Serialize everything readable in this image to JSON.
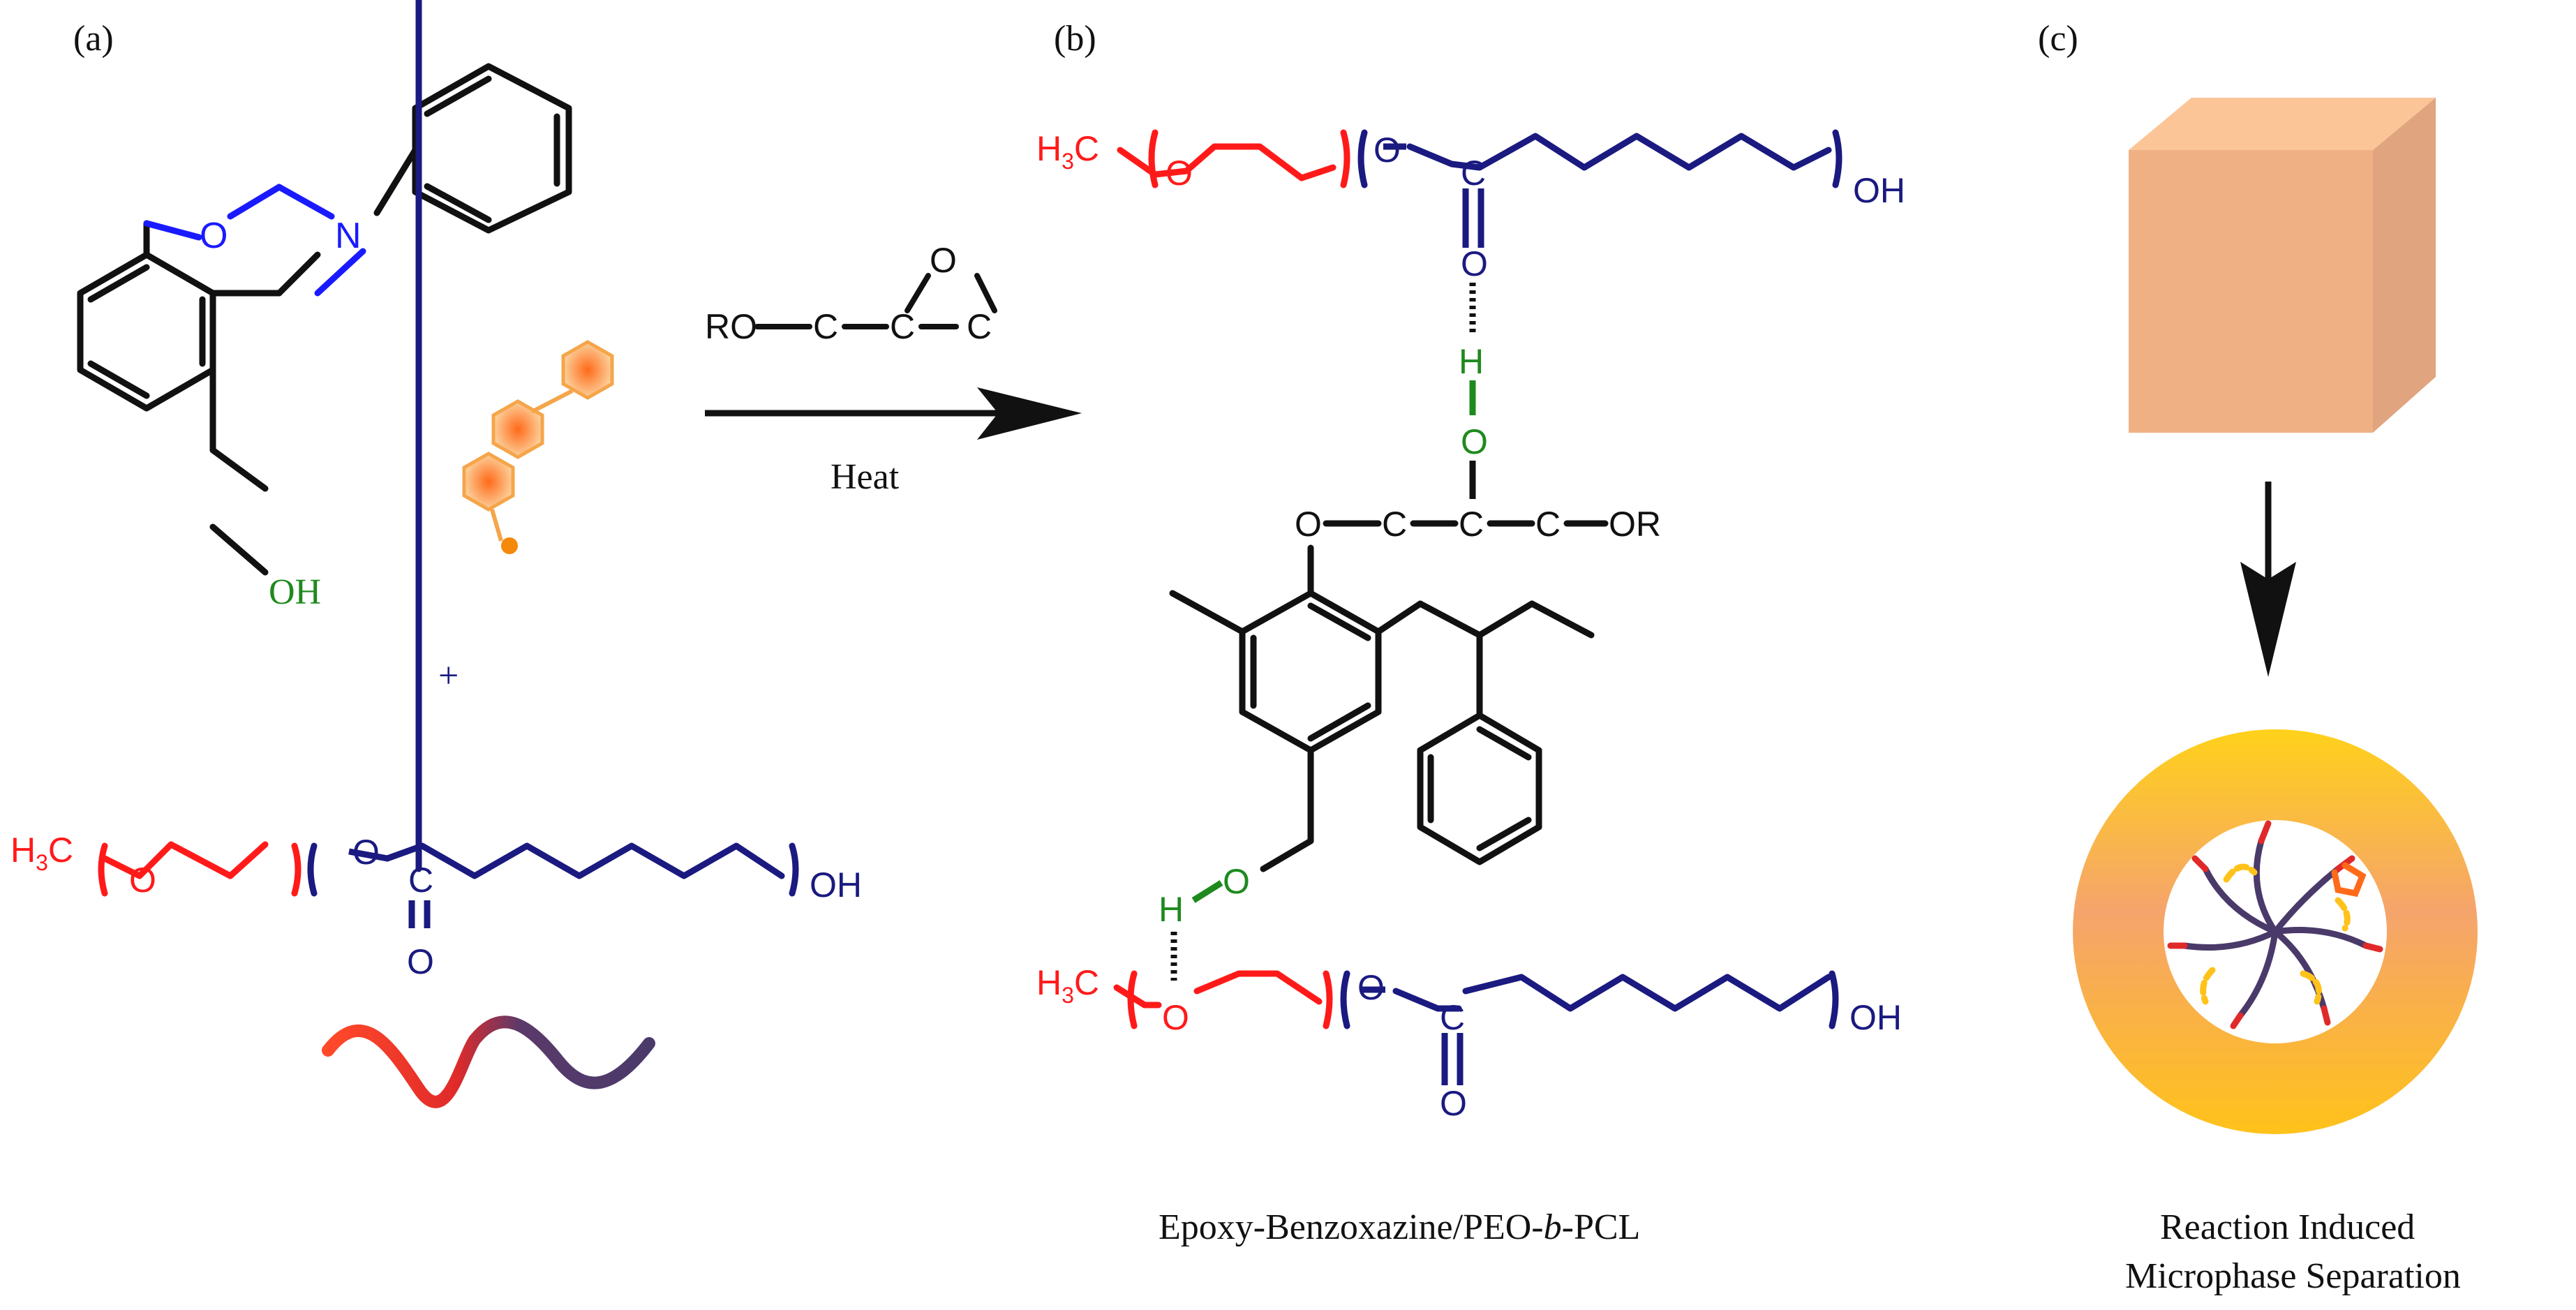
{
  "panels": {
    "a": {
      "label": "(a)"
    },
    "b": {
      "label": "(b)"
    },
    "c": {
      "label": "(c)"
    }
  },
  "atoms": {
    "O": "O",
    "N": "N",
    "OH": "OH",
    "C": "C",
    "H": "H",
    "RO": "RO",
    "OR": "OR",
    "H3C_main": "H",
    "H3C_sub": "3",
    "H3C_tail": "C"
  },
  "reaction": {
    "plus": "+",
    "condition": "Heat"
  },
  "captions": {
    "b": "Epoxy-Benzoxazine/PEO-",
    "b_italic": "b",
    "b_tail": "-PCL",
    "c_line1": "Reaction Induced",
    "c_line2": "Microphase Separation"
  },
  "colors": {
    "black": "#111111",
    "blue_benzoxazine": "#1a1aff",
    "green_hydroxyl": "#1e8a1e",
    "peo_red": "#ff1a1a",
    "pcl_navy": "#1a1a80",
    "cube_front": "#f7b987",
    "cube_top": "#fbc597",
    "cube_side": "#e0a47f",
    "ring_outer": "#f5a46c",
    "ring_inner": "#ffc21a"
  },
  "icons": [
    "hexagon-chain-icon",
    "block-copolymer-icon",
    "cube-icon",
    "micelle-ring-icon"
  ]
}
